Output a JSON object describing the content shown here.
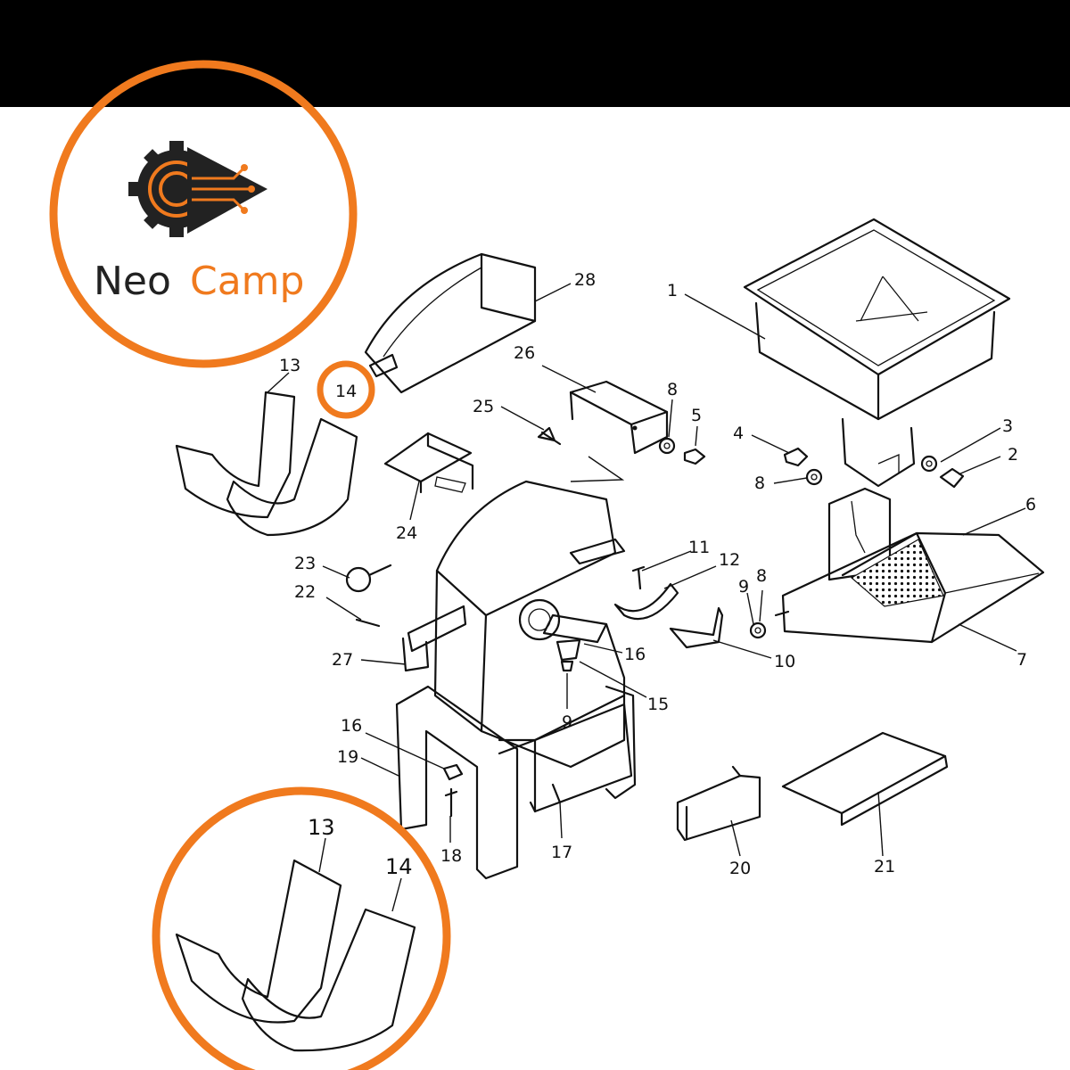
{
  "brand": {
    "name_dark": "Neo",
    "name_accent": "Camp",
    "accent_color": "#f07a1e",
    "dark_color": "#222222"
  },
  "highlight": {
    "callout": "14",
    "zoom_labels": [
      "13",
      "14"
    ]
  },
  "callouts": [
    "1",
    "2",
    "3",
    "4",
    "5",
    "6",
    "7",
    "8",
    "8",
    "8",
    "9",
    "9",
    "10",
    "11",
    "12",
    "13",
    "14",
    "15",
    "16",
    "16",
    "17",
    "18",
    "19",
    "20",
    "21",
    "22",
    "23",
    "24",
    "25",
    "26",
    "27",
    "28"
  ],
  "colors": {
    "background": "#ffffff",
    "header_bar": "#000000",
    "line_art": "#111111"
  }
}
